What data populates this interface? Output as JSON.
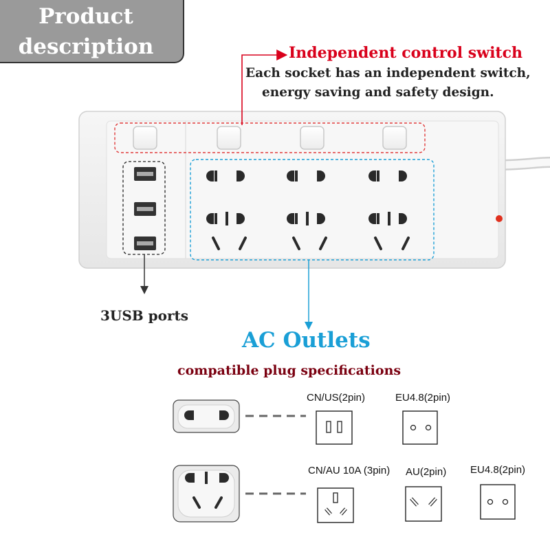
{
  "badge": {
    "line1": "Product",
    "line2": "description"
  },
  "switch_callout": {
    "title": "Independent control switch",
    "line1": "Each socket has an independent switch,",
    "line2": "energy saving and safety design."
  },
  "usb_callout": {
    "label": "3USB ports"
  },
  "ac_callout": {
    "title": "AC Outlets",
    "subtitle": "compatible plug specifications"
  },
  "plug_row1": {
    "spec1": "CN/US(2pin)",
    "spec2": "EU4.8(2pin)"
  },
  "plug_row2": {
    "spec1": "CN/AU 10A (3pin)",
    "spec2": "AU(2pin)",
    "spec3": "EU4.8(2pin)"
  },
  "colors": {
    "red": "#d9001b",
    "blue": "#1a9fd6",
    "maroon": "#7a0010",
    "badge_gray": "#9a9a9a"
  },
  "icons": [
    "switch-button-icon",
    "usb-port-icon",
    "universal-outlet-icon",
    "plug-socket-icon"
  ]
}
